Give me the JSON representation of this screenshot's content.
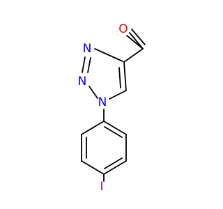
{
  "molecule": {
    "atoms": [
      {
        "element": "O",
        "color": "#ff0000"
      },
      {
        "element": "N",
        "color": "#0000ff"
      },
      {
        "element": "N",
        "color": "#0000ff"
      },
      {
        "element": "N",
        "color": "#0000ff"
      },
      {
        "element": "I",
        "color": "#940094"
      }
    ],
    "bond_color": "#000000"
  }
}
